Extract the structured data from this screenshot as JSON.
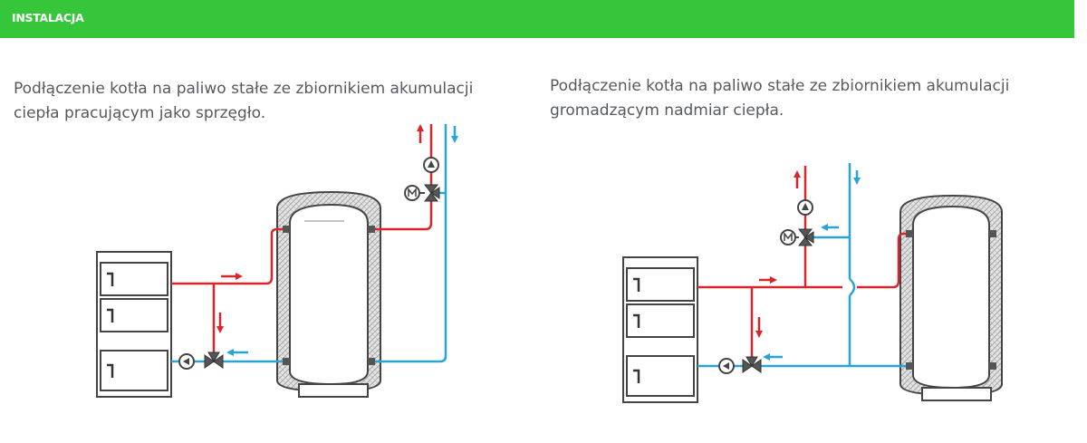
{
  "header": {
    "title": "INSTALACJA",
    "background": "#36c63a"
  },
  "diagrams": [
    {
      "caption_line1": "Podłączenie kotła na paliwo stałe ze zbiornikiem akumulacji",
      "caption_line2": "ciepła pracującym jako sprzęgło."
    },
    {
      "caption_line1": "Podłączenie kotła na paliwo stałe ze zbiornikiem akumulacji",
      "caption_line2": "gromadzącym nadmiar ciepła."
    }
  ],
  "colors": {
    "hot_pipe": "#d9262c",
    "cold_pipe": "#2aa3d5",
    "outline": "#444444",
    "insulation": "#dcdcdc"
  },
  "icons": [
    "pump-icon",
    "three-way-valve-icon",
    "motor-icon",
    "flow-arrow-icon"
  ]
}
